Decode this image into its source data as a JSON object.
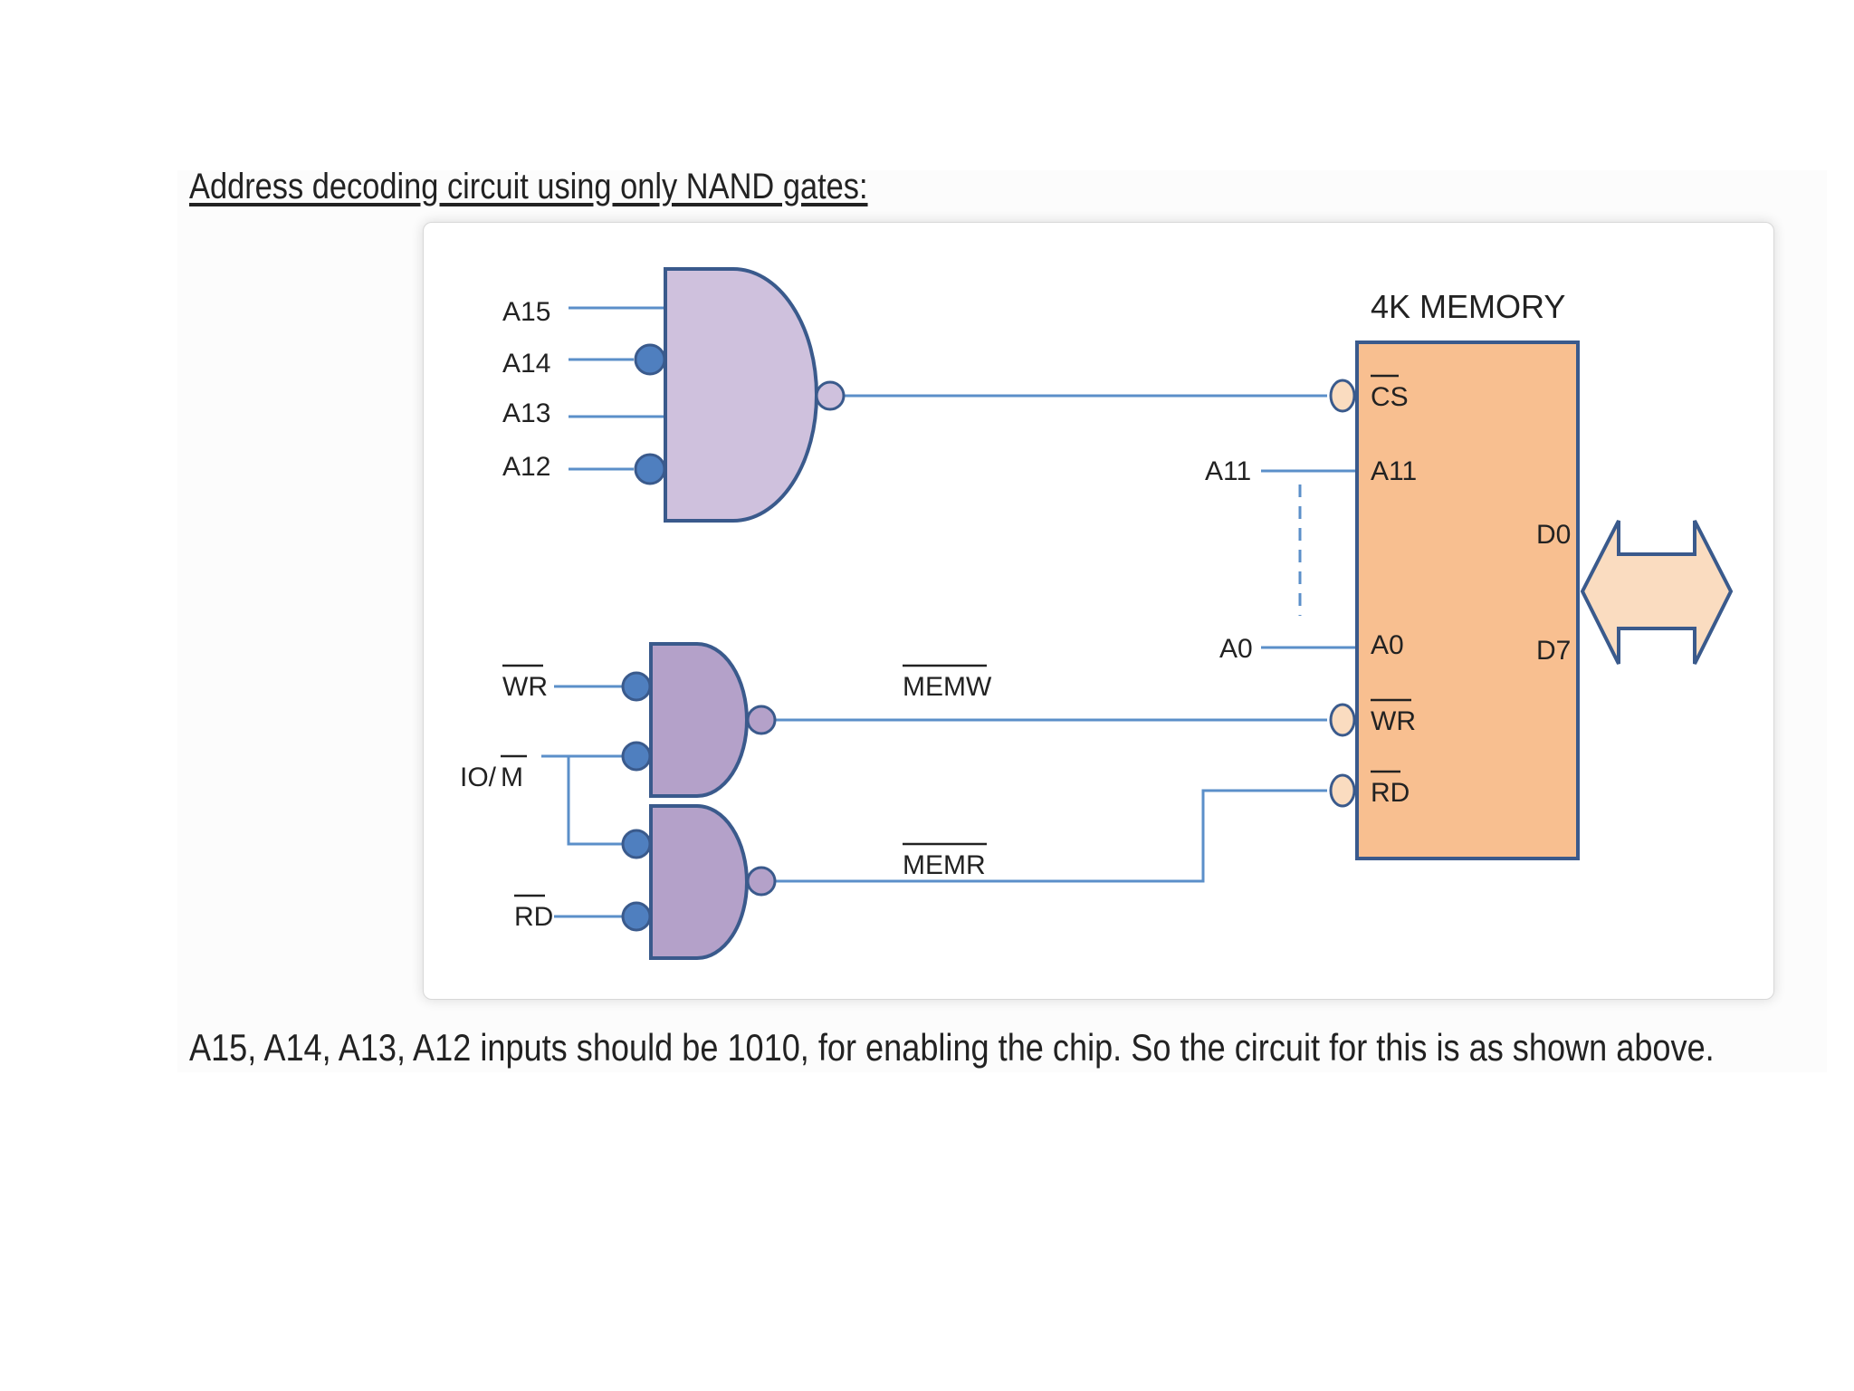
{
  "heading": "Address decoding circuit using only NAND gates:",
  "caption": "A15, A14, A13, A12 inputs should be 1010, for enabling the chip. So the circuit for this is as shown above.",
  "diagram": {
    "memory_title": "4K MEMORY",
    "address_inputs": [
      "A15",
      "A14",
      "A13",
      "A12"
    ],
    "control_inputs": {
      "wr": "WR",
      "io_m": "IO/",
      "m_bar": "M",
      "rd": "RD"
    },
    "signal_labels": {
      "memw": "MEMW",
      "memr": "MEMR"
    },
    "external_labels": {
      "a11": "A11",
      "a0": "A0"
    },
    "memory_pins": {
      "cs": "CS",
      "a11": "A11",
      "a0": "A0",
      "wr": "WR",
      "rd": "RD",
      "d0": "D0",
      "d7": "D7"
    },
    "colors": {
      "wire": "#5b8fc9",
      "nand_fill": "#cfc1dd",
      "small_gate_fill": "#b4a1c9",
      "gate_stroke": "#3a5a8c",
      "inverter_bubble": "#4f7fbf",
      "memory_fill": "#f8bf90",
      "bus_arrow_fill": "#fadcc0"
    }
  }
}
